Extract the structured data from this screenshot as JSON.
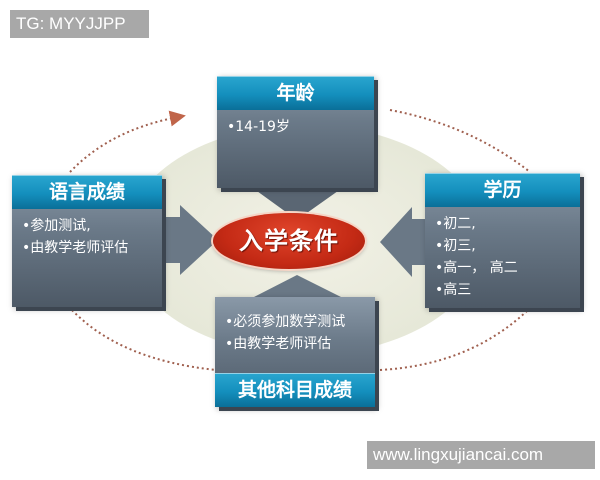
{
  "watermarks": {
    "top_left": "TG: MYYJJPP",
    "bottom_right": "www.lingxujiancai.com"
  },
  "center": {
    "label": "入学条件"
  },
  "boxes": {
    "age": {
      "title": "年龄",
      "items": [
        "•14-19岁"
      ]
    },
    "language": {
      "title": "语言成绩",
      "items": [
        "•参加测试,",
        "•由教学老师评估"
      ]
    },
    "education": {
      "title": "学历",
      "items": [
        "•初二,",
        "•初三,",
        "•高一， 高二",
        "•高三"
      ]
    },
    "other": {
      "title": "其他科目成绩",
      "items": [
        "•必须参加数学测试",
        "•由教学老师评估"
      ]
    }
  },
  "colors": {
    "title_bar": "#148fbd",
    "box_body": "#6b7a89",
    "center_oval": "#c42a15",
    "ellipse_bg": "#e6e8d8",
    "dotted_arc": "#c0654a",
    "watermark_bg": "#a8a8a8"
  }
}
